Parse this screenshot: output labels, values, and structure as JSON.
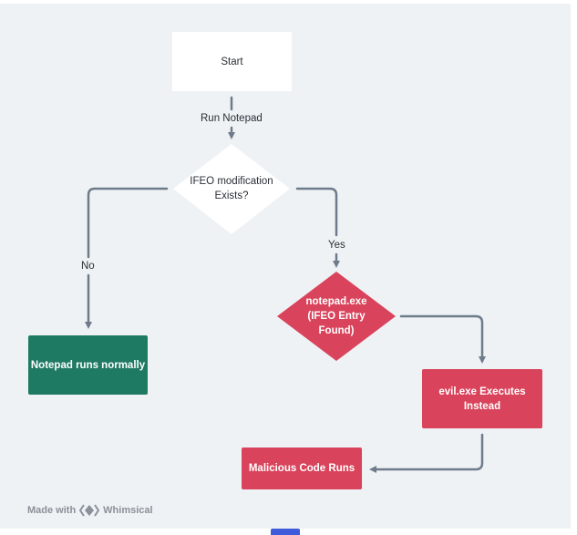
{
  "nodes": {
    "start": "Start",
    "decision": "IFEO modification Exists?",
    "normal": "Notepad runs normally",
    "ifeo_entry": "notepad.exe (IFEO Entry Found)",
    "evil": "evil.exe Executes Instead",
    "malicious": "Malicious Code Runs"
  },
  "edges": {
    "run_notepad": "Run Notepad",
    "no": "No",
    "yes": "Yes"
  },
  "footer": {
    "made_with": "Made with",
    "brand": "Whimsical"
  },
  "colors": {
    "canvas": "#eff2f5",
    "connector": "#6e7b8a",
    "green": "#1f7a64",
    "red": "#d9435b",
    "tab_accent": "#3f5bd9"
  }
}
